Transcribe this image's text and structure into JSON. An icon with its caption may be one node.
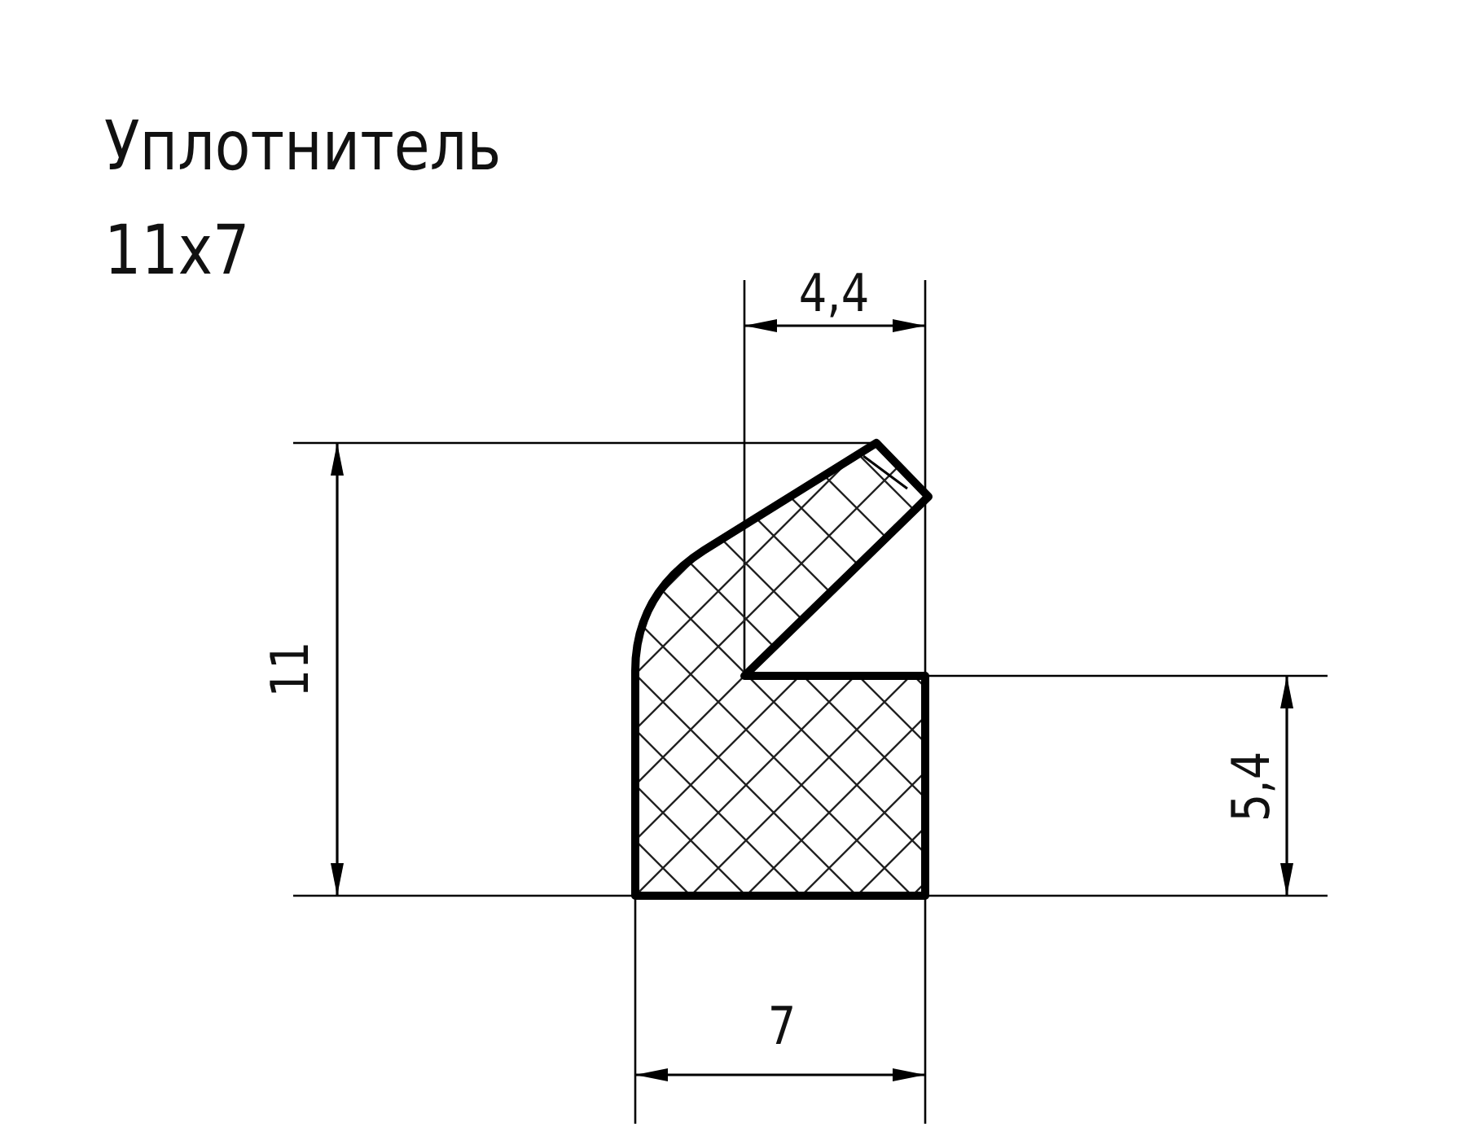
{
  "diagram": {
    "title": "Уплотнитель 11x7",
    "labels": [
      "4,4",
      "11",
      "5,4",
      "7"
    ]
  }
}
